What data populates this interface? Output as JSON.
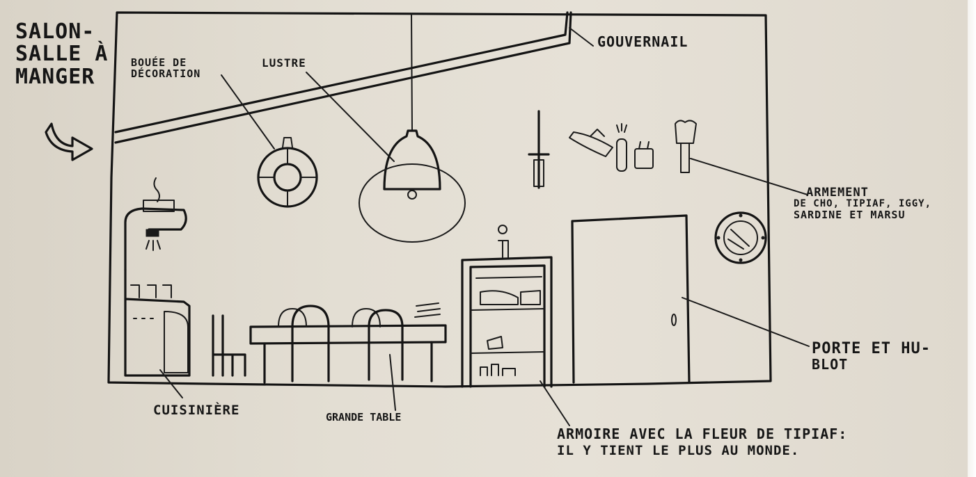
{
  "labels": {
    "room_title": [
      "SALON-",
      "SALLE À",
      "MANGER"
    ],
    "bouee": [
      "BOUÉE DE",
      "DÉCORATION"
    ],
    "lustre": "LUSTRE",
    "gouvernail": "GOUVERNAIL",
    "armement": [
      "ARMEMENT",
      "DE CHO, TIPIAF, IGGY,",
      "SARDINE ET MARSU"
    ],
    "porte": [
      "PORTE ET HU-",
      "BLOT"
    ],
    "cuisiniere": "CUISINIÈRE",
    "grande_table": "GRANDE TABLE",
    "armoire": [
      "ARMOIRE AVEC LA FLEUR DE TIPIAF:",
      "IL Y TIENT LE PLUS AU MONDE."
    ]
  },
  "colors": {
    "ink": "#141414",
    "paper": "#e3ded3"
  }
}
